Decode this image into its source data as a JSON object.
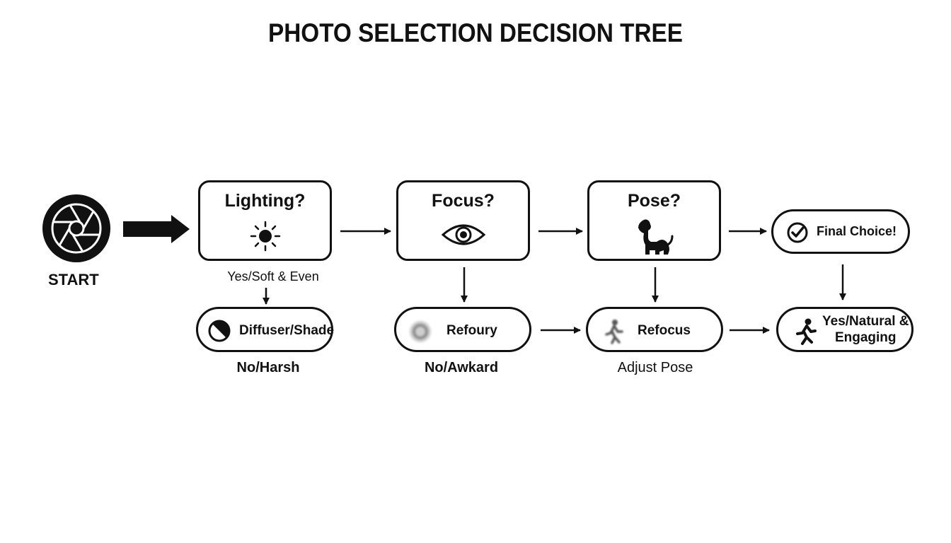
{
  "title": "PHOTO SELECTION DECISION TREE",
  "start": {
    "label": "START",
    "icon": "camera-aperture-icon"
  },
  "questions": [
    {
      "label": "Lighting?",
      "icon": "sun-icon"
    },
    {
      "label": "Focus?",
      "icon": "eye-icon"
    },
    {
      "label": "Pose?",
      "icon": "dog-icon"
    }
  ],
  "final": {
    "label": "Final Choice!",
    "icon": "check-circle-icon"
  },
  "outcomes": [
    {
      "label": "Diffuser/Shade",
      "icon": "half-circle-icon"
    },
    {
      "label": "Refoury",
      "icon": "blur-circle-icon"
    },
    {
      "label": "Refocus",
      "icon": "walking-person-icon"
    },
    {
      "label": "Yes/Natural & Engaging",
      "line1": "Yes/Natural &",
      "line2": "Engaging",
      "icon": "running-person-icon"
    }
  ],
  "branch_labels": {
    "lighting_yes": "Yes/Soft & Even",
    "lighting_no": "No/Harsh",
    "focus_no": "No/Awkard",
    "pose_adjust": "Adjust Pose"
  }
}
